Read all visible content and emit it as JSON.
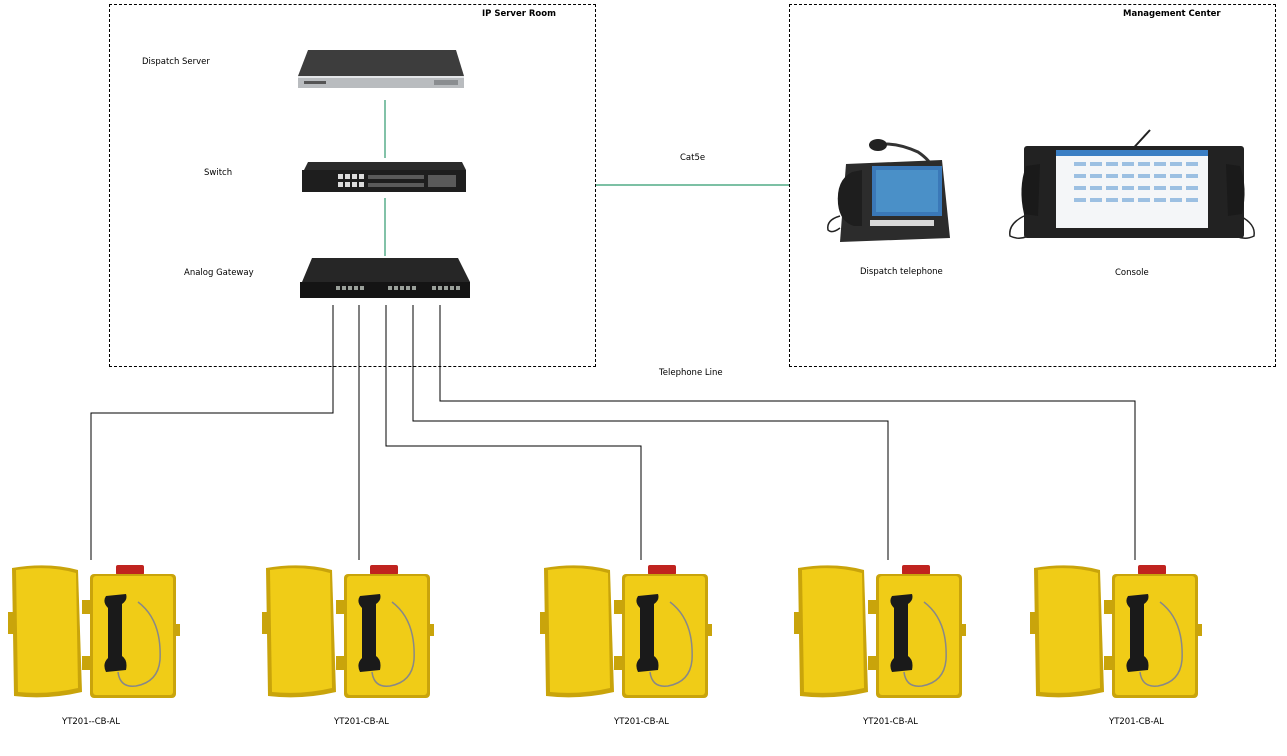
{
  "zones": {
    "server_room": "IP Server Room",
    "management": "Management Center"
  },
  "devices": {
    "dispatch_server": "Dispatch Server",
    "switch": "Switch",
    "analog_gateway": "Analog Gateway",
    "dispatch_telephone": "Dispatch telephone",
    "console": "Console"
  },
  "links": {
    "cat5e": "Cat5e",
    "telephone_line": "Telephone Line"
  },
  "phones": [
    {
      "model": "YT201--CB-AL"
    },
    {
      "model": "YT201-CB-AL"
    },
    {
      "model": "YT201-CB-AL"
    },
    {
      "model": "YT201-CB-AL"
    },
    {
      "model": "YT201-CB-AL"
    }
  ],
  "colors": {
    "network_line": "#2e9a6e",
    "phone_body": "#f0cc17",
    "phone_shadow": "#c9a40b",
    "beacon": "#c0231f"
  }
}
